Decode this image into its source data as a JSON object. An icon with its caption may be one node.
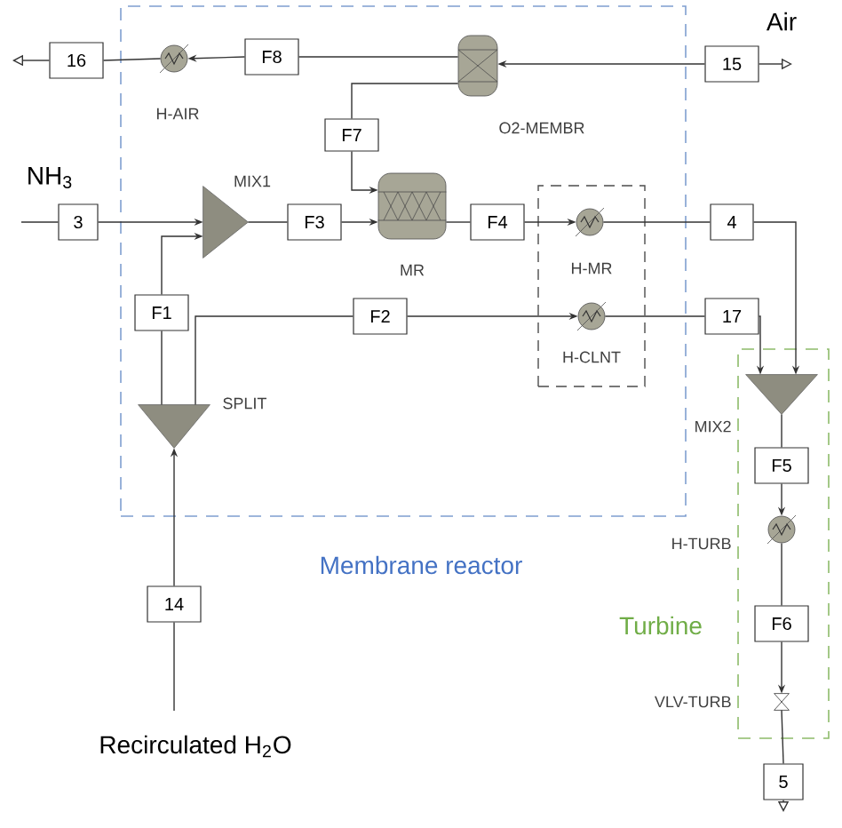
{
  "diagram": {
    "nodes": [
      {
        "text": [
          "Membrane reactor"
        ]
      },
      {
        "text": [
          "Turbine"
        ]
      },
      {
        "text": [],
        "shape": "box",
        "in": 0
      },
      {
        "text": [
          "16"
        ]
      },
      {
        "text": [],
        "shape": "circle",
        "beside": [
          "H-AIR"
        ],
        "in": 0
      },
      {
        "text": [
          "F8"
        ],
        "in": 0
      },
      {
        "text": [],
        "shape": "cylinder",
        "beside": [
          "O2-MEMBR"
        ],
        "in": 0
      },
      {
        "text": [
          "15"
        ]
      },
      {
        "text": [
          "F7"
        ],
        "in": 0
      },
      {
        "text": [
          "3"
        ]
      },
      {
        "text": [],
        "shape": "triangle",
        "beside": [
          "MIX1"
        ],
        "in": 0
      },
      {
        "text": [
          "F3"
        ],
        "in": 0
      },
      {
        "text": [],
        "shape": "cylinder",
        "beside": [
          "MR"
        ],
        "in": 0
      },
      {
        "text": [
          "F4"
        ],
        "in": 0
      },
      {
        "text": [],
        "shape": "circle",
        "beside": [
          "H-MR"
        ],
        "in": 2
      },
      {
        "text": [
          "4"
        ]
      },
      {
        "text": [
          "F1"
        ],
        "in": 0
      },
      {
        "text": [
          "F2"
        ],
        "in": 0
      },
      {
        "text": [],
        "shape": "circle",
        "beside": [
          "H-CLNT"
        ],
        "in": 2
      },
      {
        "text": [
          "17"
        ]
      },
      {
        "text": [],
        "shape": "triangle",
        "beside": [
          "SPLIT"
        ],
        "in": 0
      },
      {
        "text": [],
        "shape": "triangle",
        "beside": [
          "MIX2"
        ],
        "in": 1
      },
      {
        "text": [
          "F5"
        ],
        "in": 1
      },
      {
        "text": [],
        "shape": "circle",
        "beside": [
          "H-TURB"
        ],
        "in": 1
      },
      {
        "text": [
          "14"
        ]
      },
      {
        "text": [
          "F6"
        ],
        "in": 1
      },
      {
        "text": [],
        "shape": "valve",
        "beside": [
          "VLV-TURB"
        ],
        "in": 1
      },
      {
        "text": [
          "5"
        ]
      }
    ],
    "edges": [
      {
        "from": 7,
        "to": null,
        "arrow": "to"
      },
      {
        "from": 7,
        "to": 6,
        "arrow": "to"
      },
      {
        "from": 6,
        "to": 5,
        "arrow": "none"
      },
      {
        "from": 5,
        "to": 4,
        "arrow": "to"
      },
      {
        "from": 4,
        "to": 3,
        "arrow": "none"
      },
      {
        "from": 3,
        "to": null,
        "arrow": "to"
      },
      {
        "from": 6,
        "to": 8,
        "arrow": "none"
      },
      {
        "from": 8,
        "to": 12,
        "arrow": "to"
      },
      {
        "from": null,
        "to": 9,
        "arrow": "none"
      },
      {
        "from": 9,
        "to": 10,
        "arrow": "to"
      },
      {
        "from": 10,
        "to": 11,
        "arrow": "none"
      },
      {
        "from": 11,
        "to": 12,
        "arrow": "to"
      },
      {
        "from": 12,
        "to": 13,
        "arrow": "none"
      },
      {
        "from": 13,
        "to": 14,
        "arrow": "to"
      },
      {
        "from": 14,
        "to": 15,
        "arrow": "none"
      },
      {
        "from": 15,
        "to": 21,
        "arrow": "to"
      },
      {
        "from": 24,
        "to": 20,
        "arrow": "to"
      },
      {
        "from": null,
        "to": 24,
        "arrow": "none"
      },
      {
        "from": 20,
        "to": 16,
        "arrow": "none"
      },
      {
        "from": 16,
        "to": 10,
        "arrow": "to"
      },
      {
        "from": 20,
        "to": 17,
        "arrow": "none"
      },
      {
        "from": 17,
        "to": 18,
        "arrow": "to"
      },
      {
        "from": 18,
        "to": 19,
        "arrow": "none"
      },
      {
        "from": 19,
        "to": 21,
        "arrow": "to"
      },
      {
        "from": 21,
        "to": 22,
        "arrow": "none"
      },
      {
        "from": 22,
        "to": 23,
        "arrow": "to"
      },
      {
        "from": 23,
        "to": 25,
        "arrow": "none"
      },
      {
        "from": 25,
        "to": 26,
        "arrow": "to"
      },
      {
        "from": 26,
        "to": 27,
        "arrow": "none"
      },
      {
        "from": 27,
        "to": null,
        "arrow": "to"
      }
    ],
    "labels": [
      "Air",
      "NH$_{3}$",
      "Recirculated H$_{2}$O"
    ]
  }
}
